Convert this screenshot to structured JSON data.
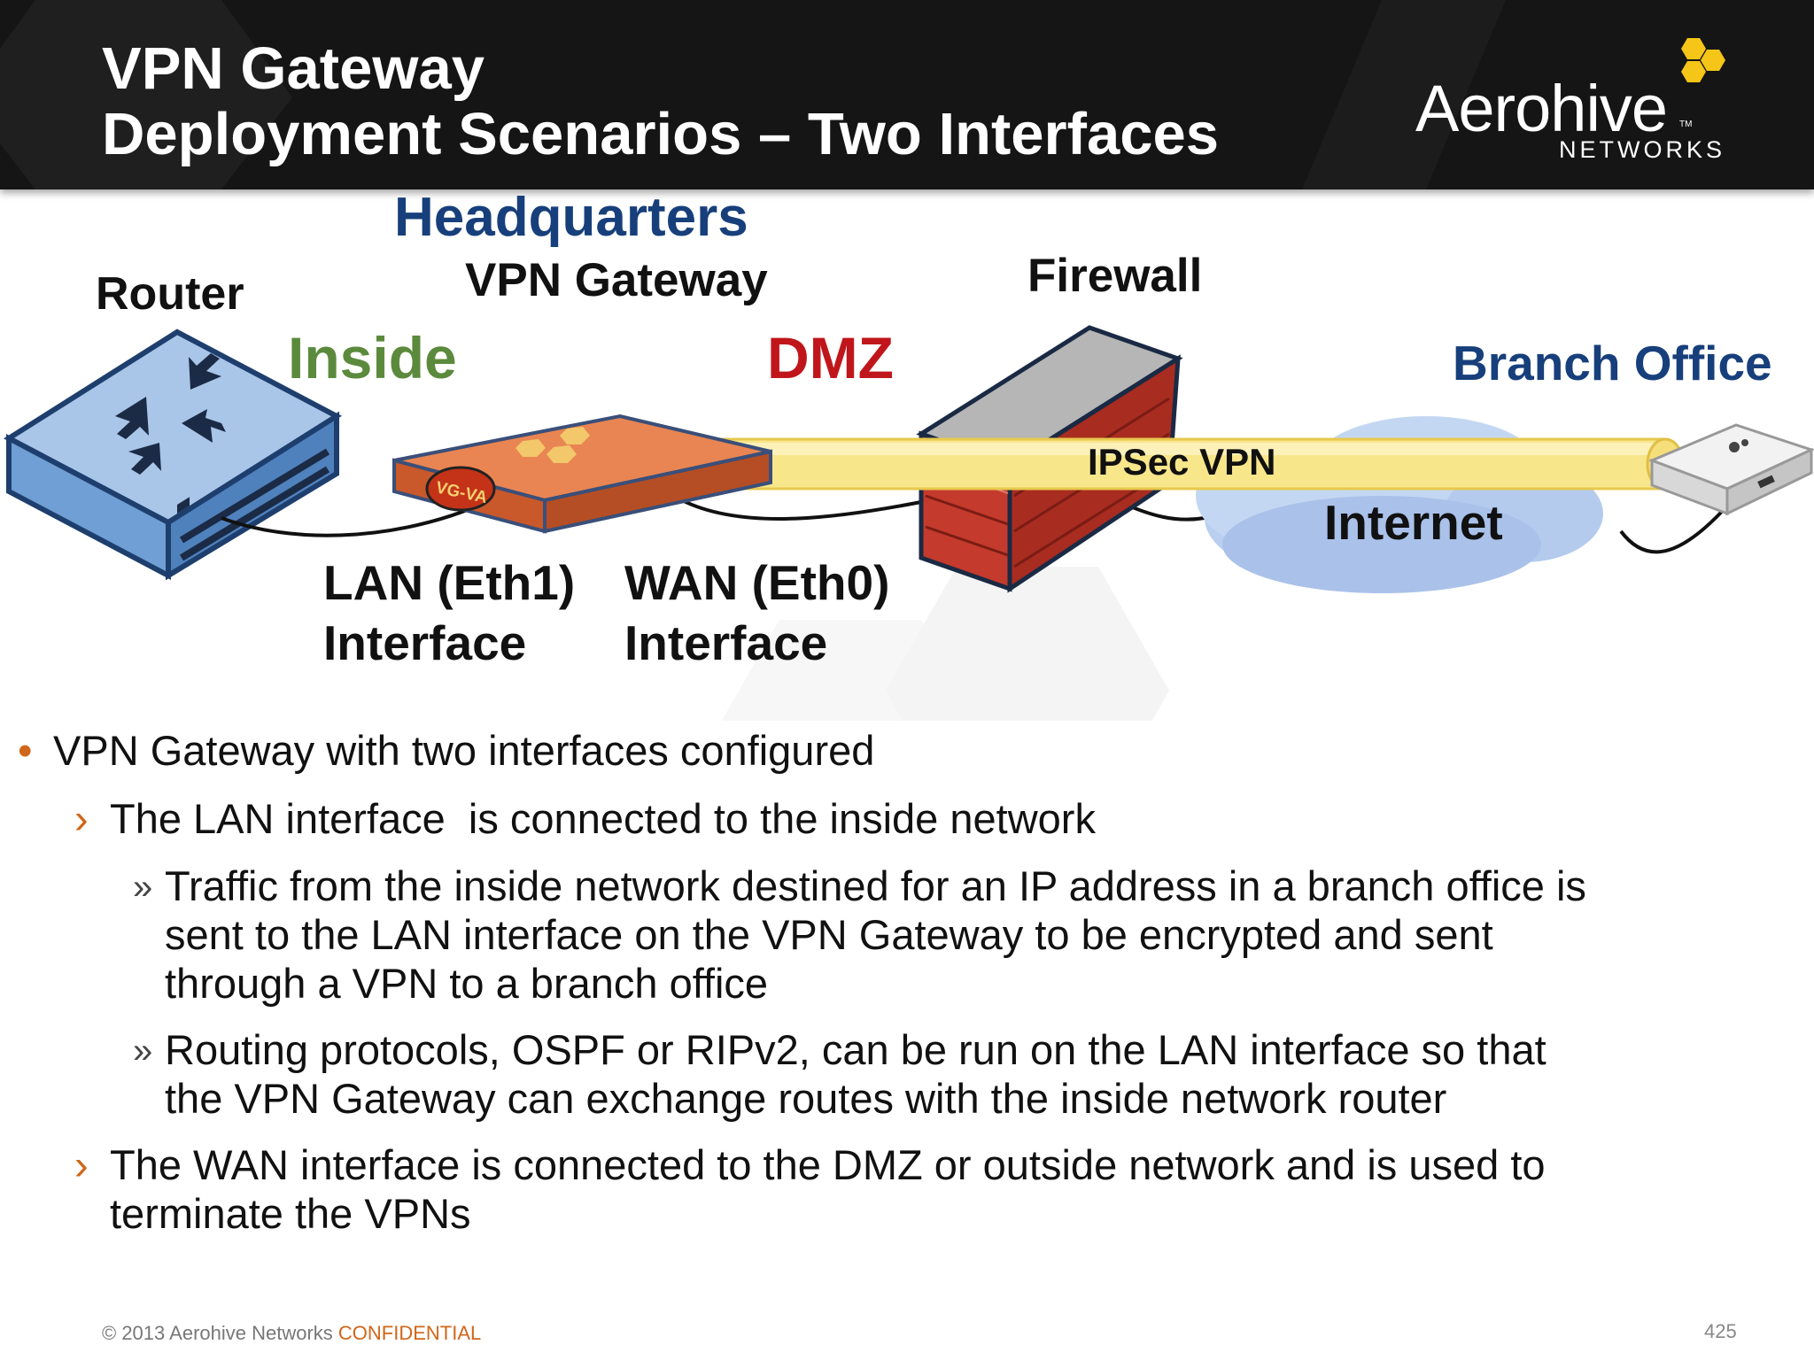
{
  "slide": {
    "title_line_1": "VPN Gateway",
    "title_line_2": "Deployment Scenarios – Two Interfaces"
  },
  "logo": {
    "wordmark": "Aerohive",
    "subtitle": "NETWORKS",
    "trademark": "TM"
  },
  "diagram": {
    "headquarters": "Headquarters",
    "router": "Router",
    "vpn_gateway": "VPN Gateway",
    "firewall": "Firewall",
    "inside": "Inside",
    "dmz": "DMZ",
    "branch_office": "Branch Office",
    "ipsec_vpn": "IPSec VPN",
    "internet": "Internet",
    "device_badge": "VG-VA",
    "lan_interface_line_1": "LAN (Eth1)",
    "lan_interface_line_2": "Interface",
    "wan_interface_line_1": "WAN (Eth0)",
    "wan_interface_line_2": "Interface"
  },
  "bullets": [
    {
      "level": 1,
      "marker": "•",
      "text": "VPN Gateway with two interfaces configured"
    },
    {
      "level": 2,
      "marker": "›",
      "text": "The LAN interface  is connected to the inside network"
    },
    {
      "level": 3,
      "marker": "»",
      "lines": [
        "Traffic from the inside network destined for an IP address in a branch office is",
        "sent to the LAN interface on the VPN Gateway to be encrypted and sent",
        "through a VPN to a branch office"
      ]
    },
    {
      "level": 3,
      "marker": "»",
      "lines": [
        "Routing protocols, OSPF or RIPv2, can be run on the LAN interface so that",
        "the VPN Gateway can exchange routes with the inside network router"
      ]
    },
    {
      "level": 2,
      "marker": "›",
      "lines": [
        "The WAN interface is connected to the DMZ or outside network and is used to",
        "terminate the VPNs"
      ]
    }
  ],
  "footer": {
    "copyright": "© 2013 Aerohive Networks",
    "confidential": "CONFIDENTIAL",
    "page_number": "425"
  },
  "colors": {
    "header_bg": "#151515",
    "accent_orange": "#d0661a",
    "headquarters_blue": "#173f7b",
    "inside_green": "#5b8a3c",
    "dmz_red": "#c0161b",
    "logo_yellow": "#f5c518"
  }
}
